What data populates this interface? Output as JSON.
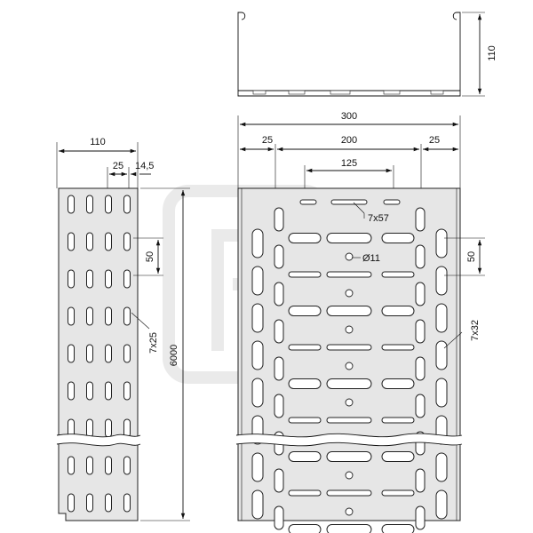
{
  "dimensions": {
    "top_height": "110",
    "overall_width": "300",
    "side_margin_left": "25",
    "inner_span": "200",
    "side_margin_right": "25",
    "center_span": "125",
    "slot_center": "7x57",
    "hole": "Ø11",
    "pitch_right": "50",
    "slot_side": "7x32",
    "side_width": "110",
    "side_span": "25",
    "side_offset": "14,5",
    "pitch_left": "50",
    "slot_left": "7x25",
    "length": "6000"
  },
  "colors": {
    "sheet": "#e6e6e6",
    "line": "#222222",
    "watermark": "#d9d9d9"
  }
}
